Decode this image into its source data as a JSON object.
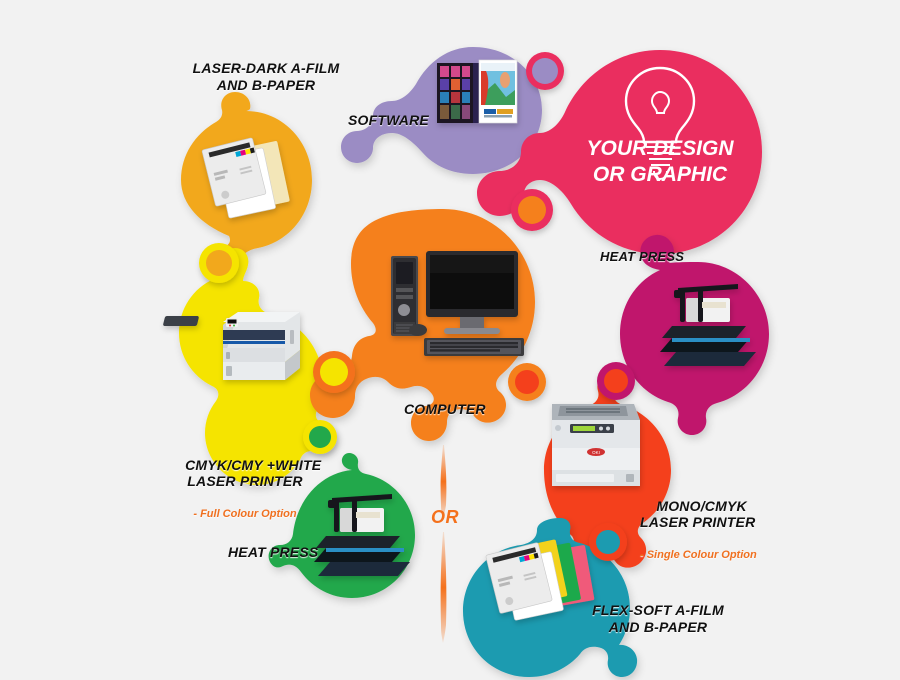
{
  "diagram": {
    "title": "Laser transfer printing workflow",
    "background": "#f2f2f2",
    "or_divider": {
      "label": "OR",
      "color": "#f4711c"
    }
  },
  "nodes": [
    {
      "id": "software",
      "label": "SOFTWARE",
      "color": "#9b8cc4",
      "ring_color": "#9b8cc4",
      "content": "software-boxes-image"
    },
    {
      "id": "your-design",
      "label": "YOUR DESIGN\nOR GRAPHIC",
      "color": "#ea2d5e",
      "ring_color": "#ea2d5e",
      "content": "lightbulb-icon"
    },
    {
      "id": "laser-dark-film",
      "label": "LASER-DARK A-FILM\nAND B-PAPER",
      "color": "#f2a81d",
      "ring_color": "#f5e400",
      "content": "transfer-paper-image"
    },
    {
      "id": "cmyk-white-printer",
      "label": "CMYK/CMY +WHITE\nLASER PRINTER",
      "sublabel": "- Full Colour Option",
      "color": "#f5e400",
      "ring_color": "#f4711c",
      "content": "colour-laser-printer-image"
    },
    {
      "id": "computer",
      "label": "COMPUTER",
      "color": "#f5801a",
      "ring_color": "#ea2d5e",
      "content": "desktop-computer-image"
    },
    {
      "id": "heat-press-green",
      "label": "HEAT PRESS",
      "color": "#21a84b",
      "ring_color": "#f5e400",
      "content": "heat-press-image"
    },
    {
      "id": "heat-press-magenta",
      "label": "HEAT PRESS",
      "color": "#c0186c",
      "ring_color": "#c0186c",
      "content": "heat-press-image"
    },
    {
      "id": "mono-cmyk-printer",
      "label": "MONO/CMYK\nLASER PRINTER",
      "sublabel": "- Single Colour Option",
      "color": "#f4411b",
      "ring_color": "#f4411b",
      "content": "mono-laser-printer-image"
    },
    {
      "id": "flex-soft-film",
      "label": "FLEX-SOFT A-FILM\nAND B-PAPER",
      "color": "#1a9bb0",
      "ring_color": "#f4411b",
      "content": "transfer-paper-colours-image"
    }
  ]
}
